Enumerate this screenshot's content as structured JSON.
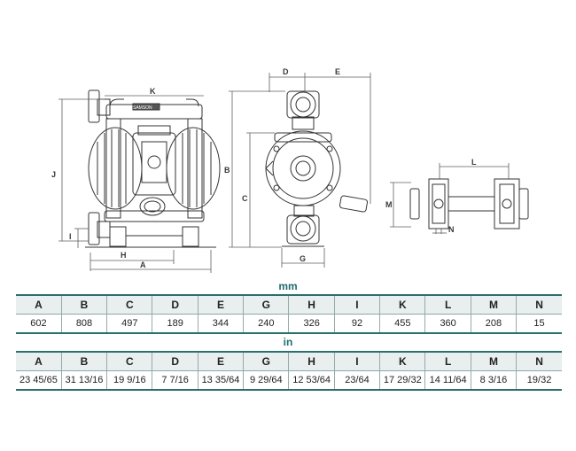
{
  "drawing": {
    "dim_labels": {
      "A": "A",
      "B": "B",
      "C": "C",
      "D": "D",
      "E": "E",
      "G": "G",
      "H": "H",
      "I": "I",
      "J": "J",
      "K": "K",
      "L": "L",
      "M": "M",
      "N": "N"
    },
    "brand_plate": "SAMSON"
  },
  "mm_table": {
    "unit": "mm",
    "headers": [
      "A",
      "B",
      "C",
      "D",
      "E",
      "G",
      "H",
      "I",
      "K",
      "L",
      "M",
      "N"
    ],
    "values": [
      "602",
      "808",
      "497",
      "189",
      "344",
      "240",
      "326",
      "92",
      "455",
      "360",
      "208",
      "15"
    ]
  },
  "in_table": {
    "unit": "in",
    "headers": [
      "A",
      "B",
      "C",
      "D",
      "E",
      "G",
      "H",
      "I",
      "K",
      "L",
      "M",
      "N"
    ],
    "values": [
      "23 45/65",
      "31 13/16",
      "19 9/16",
      "7 7/16",
      "13 35/64",
      "9 29/64",
      "12 53/64",
      "23/64",
      "17 29/32",
      "14 11/64",
      "8 3/16",
      "19/32"
    ]
  },
  "colors": {
    "accent": "#2b6f6f",
    "line": "#333333",
    "dim": "#3a3a3a"
  }
}
